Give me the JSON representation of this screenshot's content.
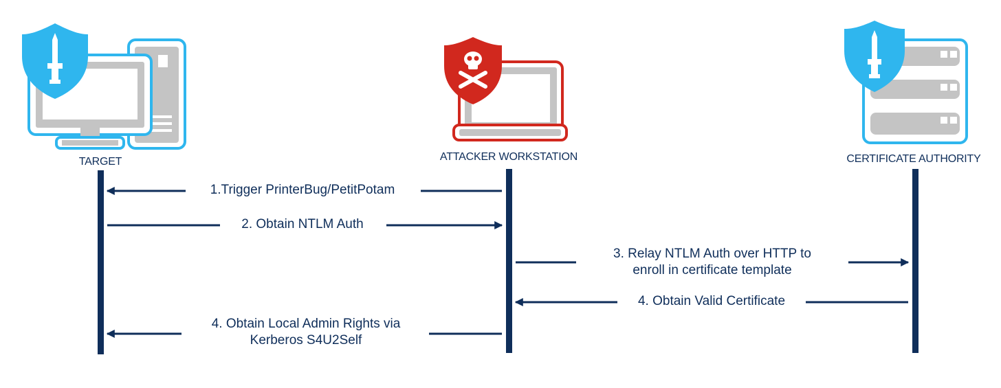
{
  "colors": {
    "navy": "#0f2e5a",
    "shield_blue": "#2fb6ee",
    "shield_red": "#d1281e",
    "device_gray": "#c4c4c4"
  },
  "actors": {
    "target": {
      "label": "TARGET",
      "icon": "shield-desktop-icon"
    },
    "attacker": {
      "label": "ATTACKER WORKSTATION",
      "icon": "skull-shield-laptop-icon"
    },
    "ca": {
      "label": "CERTIFICATE AUTHORITY",
      "icon": "shield-server-icon"
    }
  },
  "messages": [
    {
      "from": "attacker",
      "to": "target",
      "lines": [
        "1.Trigger PrinterBug/PetitPotam"
      ]
    },
    {
      "from": "target",
      "to": "attacker",
      "lines": [
        "2. Obtain NTLM Auth"
      ]
    },
    {
      "from": "attacker",
      "to": "ca",
      "lines": [
        "3. Relay NTLM Auth over HTTP to",
        "enroll in certificate template"
      ]
    },
    {
      "from": "ca",
      "to": "attacker",
      "lines": [
        "4. Obtain Valid Certificate"
      ]
    },
    {
      "from": "attacker",
      "to": "target",
      "lines": [
        "4. Obtain Local Admin Rights via",
        "Kerberos S4U2Self"
      ]
    }
  ]
}
